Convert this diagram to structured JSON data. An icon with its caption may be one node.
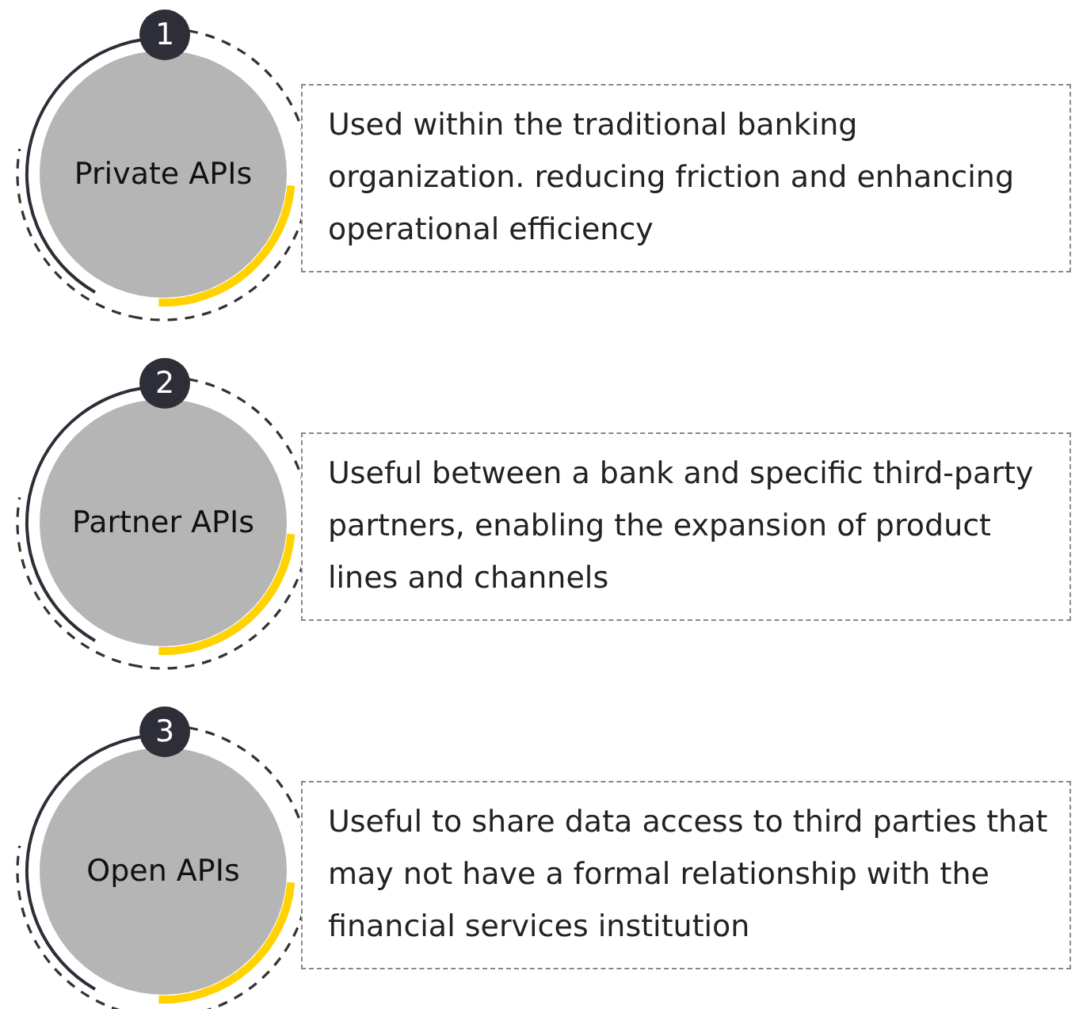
{
  "diagram": {
    "nodes": [
      {
        "text": [
          "1"
        ]
      },
      {
        "text": [
          "Private APIs"
        ]
      },
      {
        "text": [
          "Used within the traditional banking organization. reducing friction and enhancing operational efficiency"
        ]
      },
      {
        "text": [
          "2"
        ]
      },
      {
        "text": [
          "Partner APIs"
        ]
      },
      {
        "text": [
          "Useful between a bank and specific third-party partners, enabling the expansion of product lines and channels"
        ]
      },
      {
        "text": [
          "3"
        ]
      },
      {
        "text": [
          "Open APIs"
        ]
      },
      {
        "text": [
          "Useful to share data access to third parties that may not have a formal relationship with the financial services institution"
        ]
      }
    ]
  }
}
